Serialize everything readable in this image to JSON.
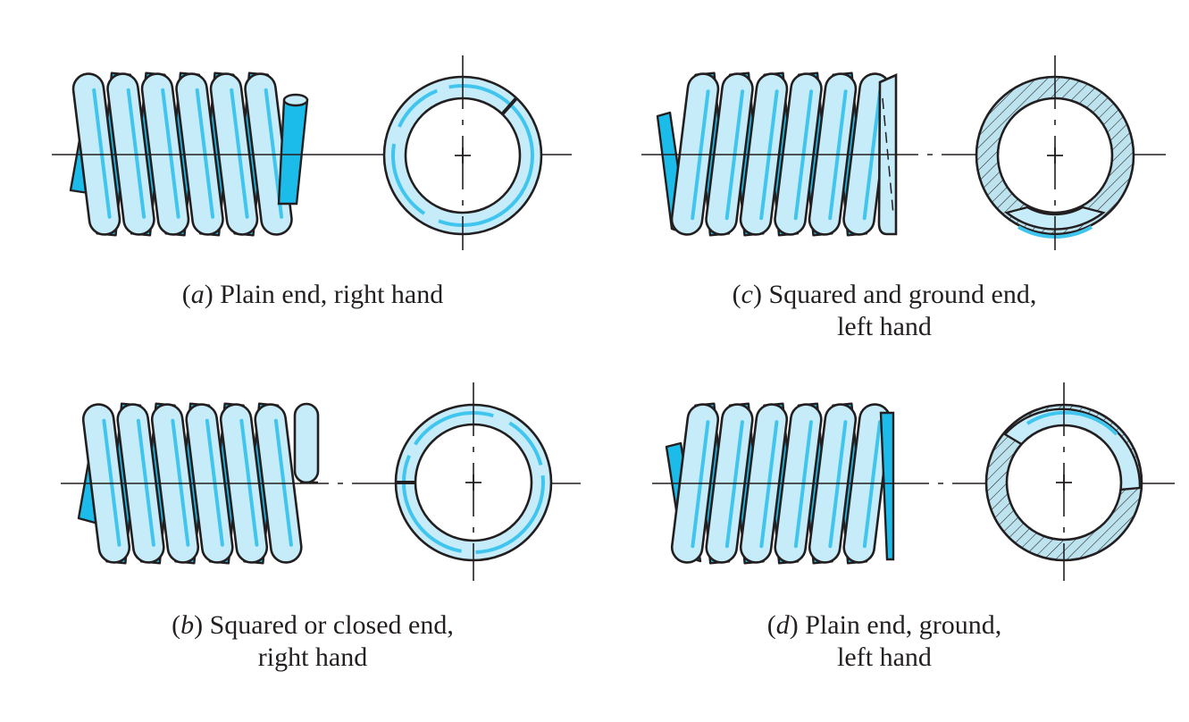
{
  "colors": {
    "coil_fill": "#c6ecf9",
    "coil_highlight": "#40c5ee",
    "coil_back": "#1cbcea",
    "outline": "#231f20",
    "hatch_fill": "#bde3ef"
  },
  "panels": [
    {
      "id": "a",
      "letter": "a",
      "line1": " Plain end, right hand",
      "line2": ""
    },
    {
      "id": "b",
      "letter": "b",
      "line1": " Squared or closed end,",
      "line2": "right hand"
    },
    {
      "id": "c",
      "letter": "c",
      "line1": " Squared and ground end,",
      "line2": "left hand"
    },
    {
      "id": "d",
      "letter": "d",
      "line1": " Plain end, ground,",
      "line2": "left hand"
    }
  ]
}
